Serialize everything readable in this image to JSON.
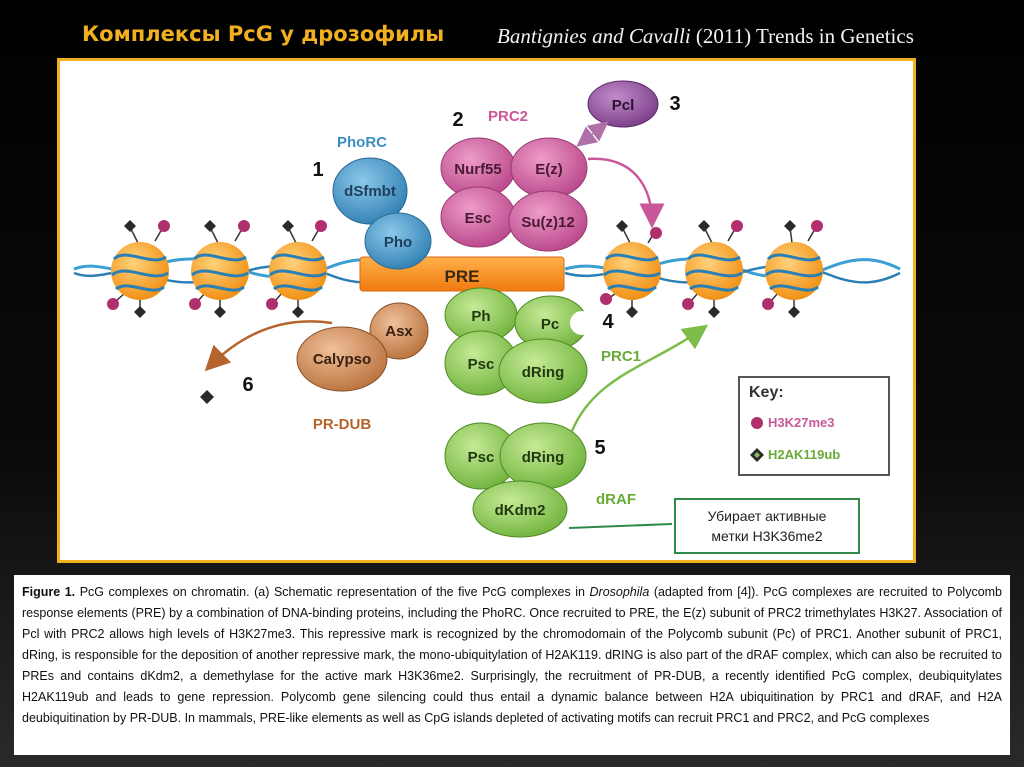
{
  "slide": {
    "title": "Комплексы PcG у дрозофилы",
    "citation_authors": "Bantignies and Cavalli",
    "citation_year": " (2011) ",
    "citation_journal": "Trends in Genetics"
  },
  "diagram": {
    "complex_labels": {
      "phorc": "PhoRC",
      "prc2": "PRC2",
      "prc1": "PRC1",
      "pr_dub": "PR-DUB",
      "draf": "dRAF"
    },
    "proteins": {
      "dsfmbt": "dSfmbt",
      "pho": "Pho",
      "nurf55": "Nurf55",
      "ez": "E(z)",
      "esc": "Esc",
      "suz12": "Su(z)12",
      "pcl": "Pcl",
      "ph": "Ph",
      "pc": "Pc",
      "psc_prc1": "Psc",
      "dring_prc1": "dRing",
      "asx": "Asx",
      "calypso": "Calypso",
      "psc_draf": "Psc",
      "dring_draf": "dRing",
      "dkdm2": "dKdm2"
    },
    "pre_label": "PRE",
    "numbers": [
      "1",
      "2",
      "3",
      "4",
      "5",
      "6"
    ],
    "key": {
      "title": "Key:",
      "h3k27me3": "H3K27me3",
      "h2ak119ub": "H2AK119ub"
    },
    "note_line1": "Убирает активные",
    "note_line2": "метки H3K36me2",
    "colors": {
      "title_accent": "#f0b020",
      "phorc_blue": "#3b8fc0",
      "prc2_pink": "#c9579a",
      "pcl_purple": "#8a4a95",
      "prc1_green": "#7cbd4a",
      "prdub_orange": "#c27a45",
      "nucleosome_orange": "#f5a020",
      "dna_blue": "#3a9fd5",
      "mark_magenta": "#b0306e",
      "label_prc1": "#6aaa36",
      "label_prdub": "#b5652b"
    }
  },
  "caption": {
    "figure_label": "Figure 1.",
    "text_part1": " PcG complexes on chromatin. (a) Schematic representation of the five PcG complexes in ",
    "text_italic": "Drosophila",
    "text_part2": " (adapted from [4]). PcG complexes are recruited to Polycomb response elements (PRE) by a combination of DNA-binding proteins, including the PhoRC. Once recruited to PRE, the E(z) subunit of PRC2 trimethylates H3K27. Association of Pcl with PRC2 allows high levels of H3K27me3. This repressive mark is recognized by the chromodomain of the Polycomb subunit (Pc) of PRC1. Another subunit of PRC1, dRing, is responsible for the deposition of another repressive mark, the mono-ubiquitylation of H2AK119. dRING is also part of the dRAF complex, which can also be recruited to PREs and contains dKdm2, a demethylase for the active mark H3K36me2. Surprisingly, the recruitment of PR-DUB, a recently identified PcG complex, deubiquitylates H2AK119ub and leads to gene repression. Polycomb gene silencing could thus entail a dynamic balance between H2A ubiquitination by PRC1 and dRAF, and H2A deubiquitination by PR-DUB. In mammals, PRE-like elements as well as CpG islands depleted of activating motifs can recruit PRC1 and PRC2, and PcG complexes"
  }
}
